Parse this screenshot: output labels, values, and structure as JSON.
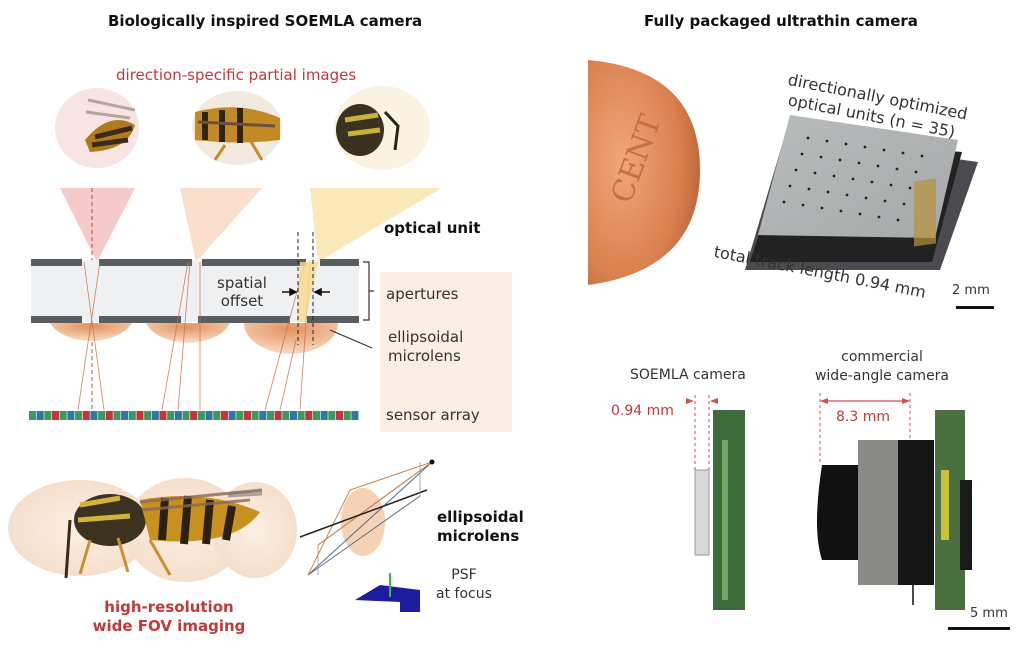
{
  "left_panel": {
    "title": "Biologically inspired SOEMLA camera",
    "partial_images_label": "direction-specific partial images",
    "optical_unit_label": "optical unit",
    "spatial_offset_label_line1": "spatial",
    "spatial_offset_label_line2": "offset",
    "apertures_label": "apertures",
    "microlens_label_line1": "ellipsoidal",
    "microlens_label_line2": "microlens",
    "sensor_array_label": "sensor array",
    "result_label_line1": "high-resolution",
    "result_label_line2": "wide FOV imaging",
    "inset_microlens_line1": "ellipsoidal",
    "inset_microlens_line2": "microlens",
    "psf_line1": "PSF",
    "psf_line2": "at focus"
  },
  "right_panel": {
    "title": "Fully packaged ultrathin camera",
    "units_line1": "directionally optimized",
    "units_line2": "optical units (n = 35)",
    "track_length": "total track length 0.94 mm",
    "scale_top": "2 mm",
    "soemla_label": "SOEMLA camera",
    "soemla_thickness": "0.94 mm",
    "commercial_line1": "commercial",
    "commercial_line2": "wide-angle camera",
    "commercial_thickness": "8.3 mm",
    "scale_bottom": "5 mm",
    "coin_text": "CENT"
  },
  "colors": {
    "accent_red": "#c0393b",
    "lens_orange": "#e9a97a",
    "panel_beige": "#fbeee2",
    "sensor_green": "#3d9a5c",
    "sensor_blue": "#2e78a8",
    "sensor_red": "#c8323a"
  }
}
